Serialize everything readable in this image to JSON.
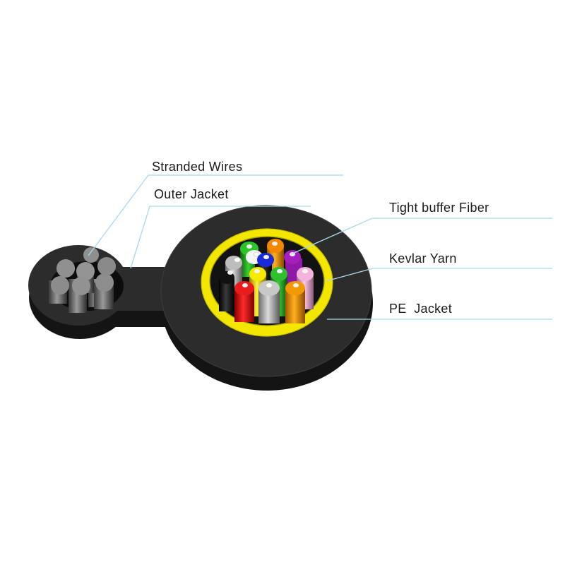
{
  "labels": {
    "stranded_wires": "Stranded Wires",
    "outer_jacket": "Outer Jacket",
    "tight_buffer_fiber": "Tight buffer Fiber",
    "kevlar_yarn": "Kevlar Yarn",
    "pe_jacket": "PE  Jacket"
  },
  "colors": {
    "jacket": "#2a2a2a",
    "jacket_side": "#141414",
    "kevlar": "#f2e600",
    "leader_line": "#a9d8ec",
    "wire": "#8e8e8e"
  },
  "fiber_colors": [
    "#e61b1b",
    "#b0b0b0",
    "#f29a00",
    "#f2e600",
    "#22b11e",
    "#f0a8d8",
    "#1a1a1a",
    "#ffffff",
    "#1c28d8",
    "#9b1fb4",
    "#2fbf2f",
    "#f07d00"
  ]
}
